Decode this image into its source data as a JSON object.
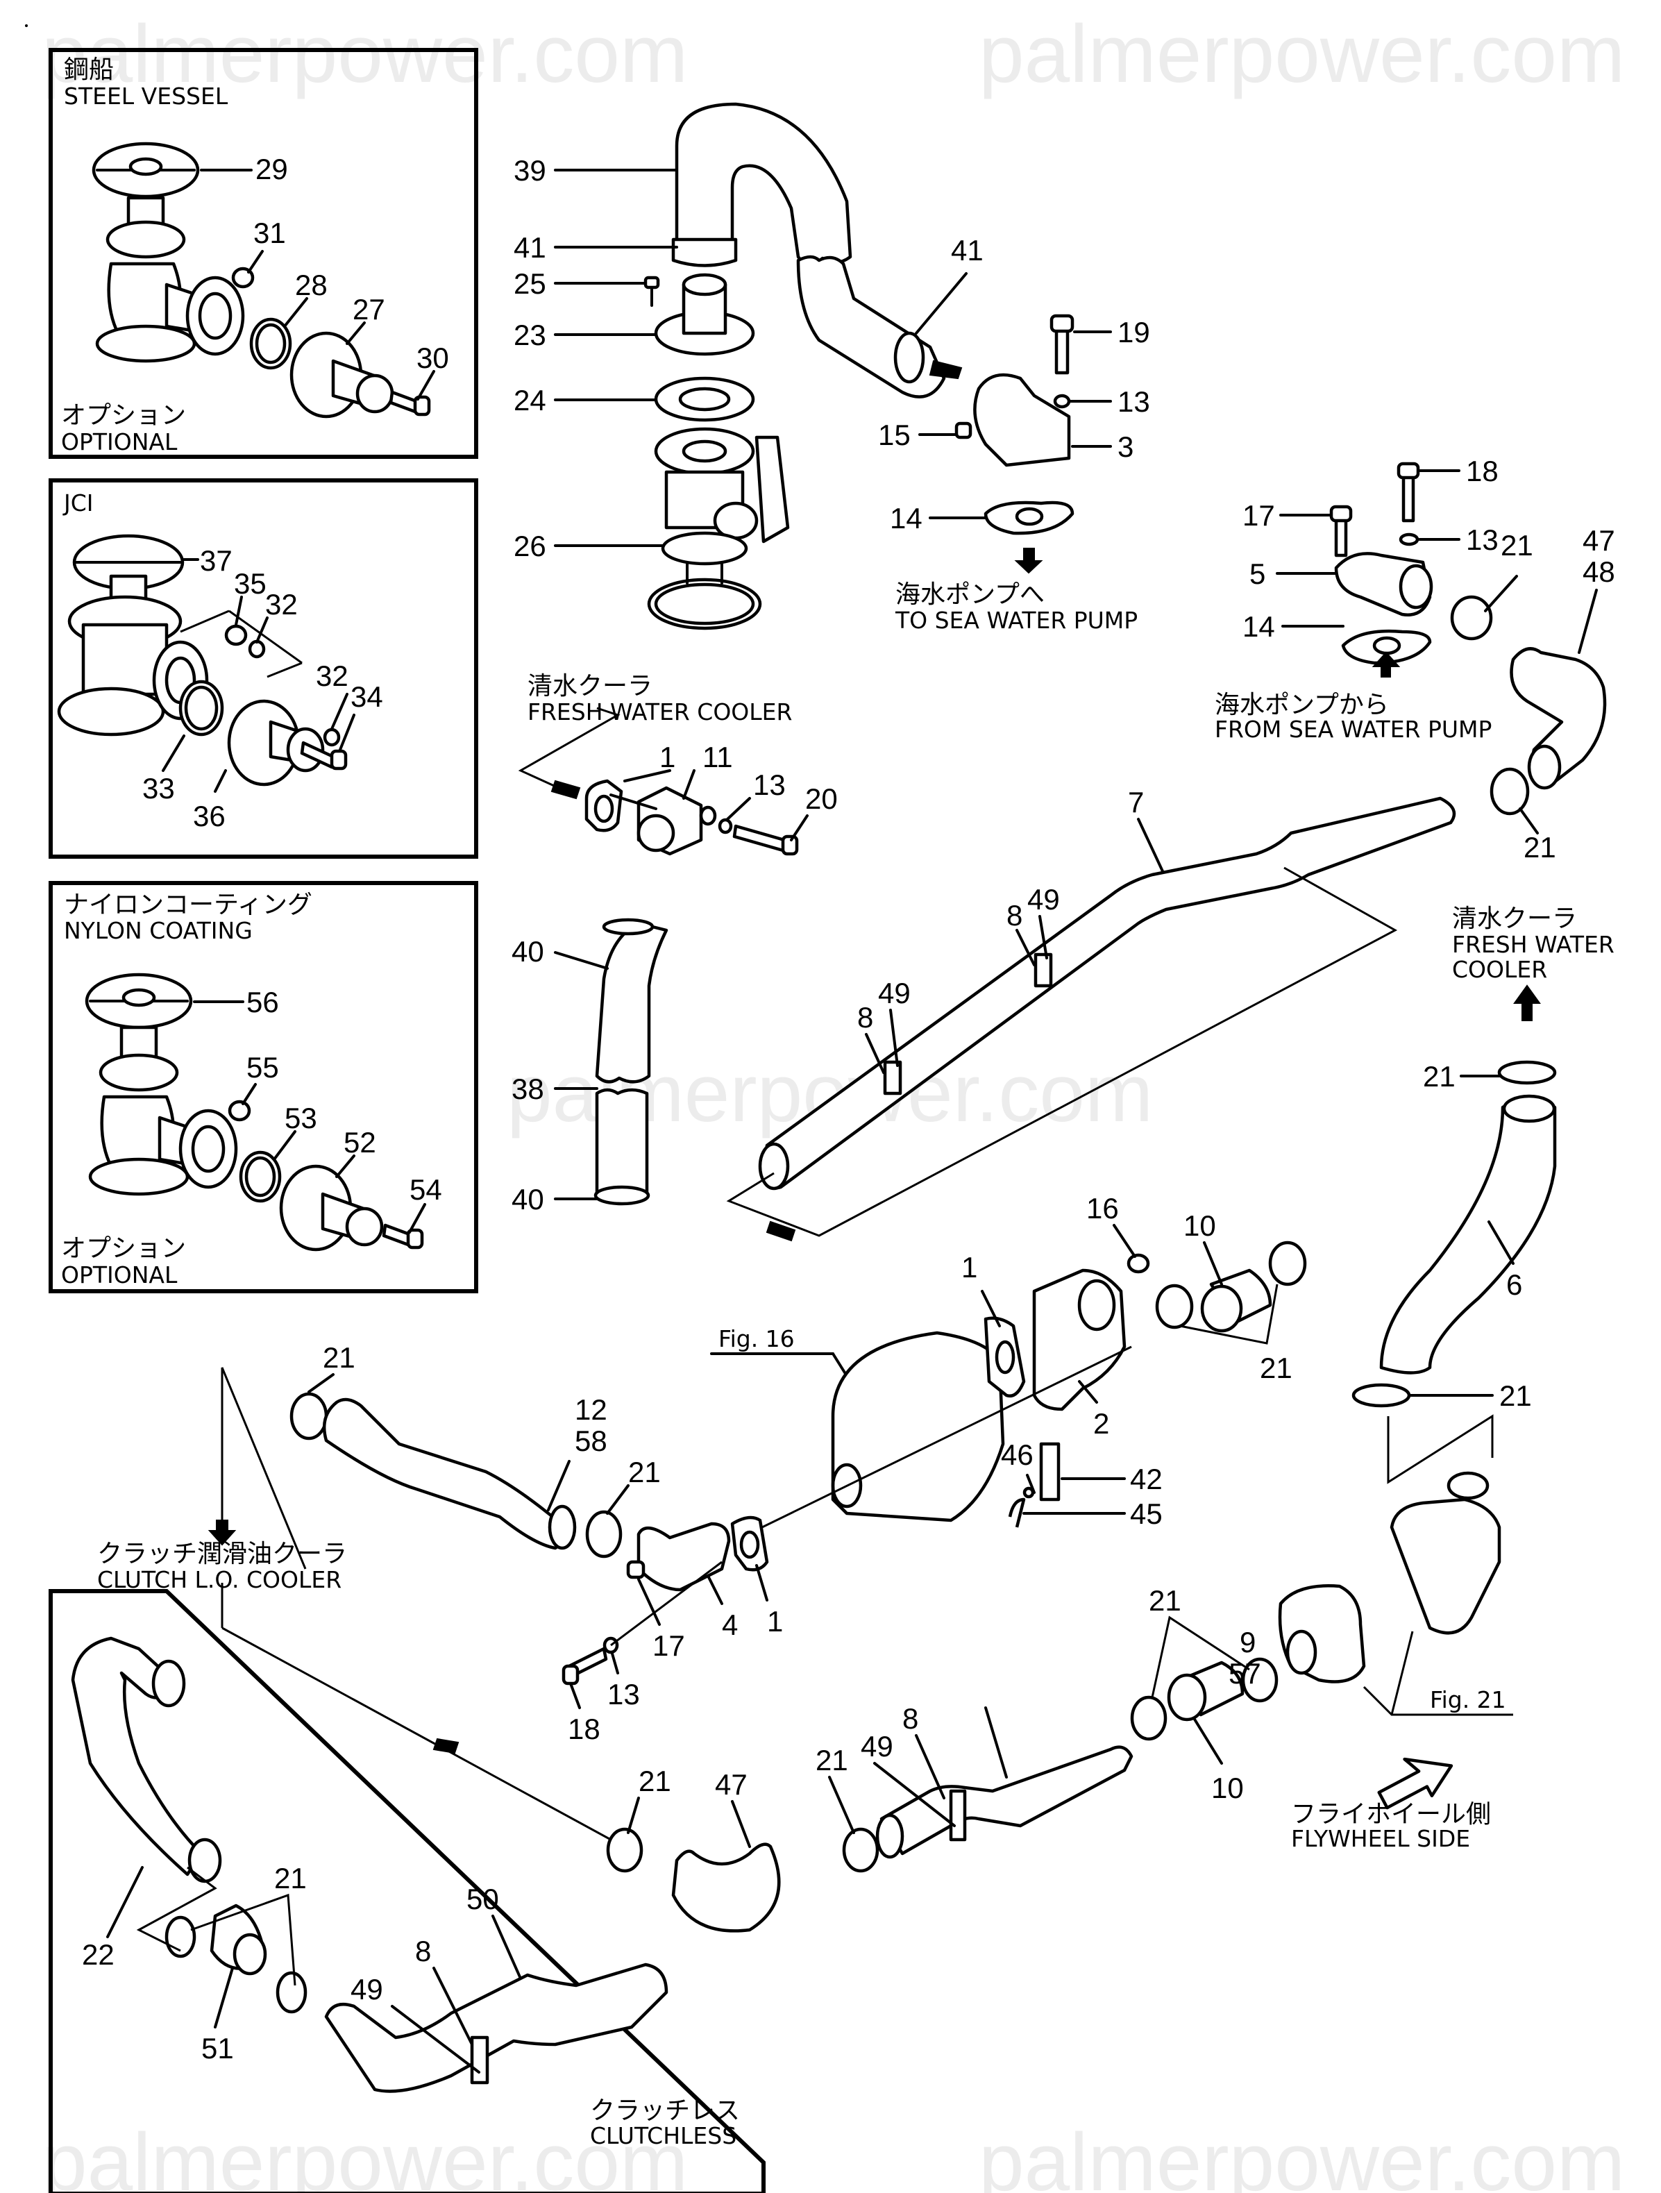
{
  "watermark": "palmerpower.com",
  "insets": {
    "steel_vessel": {
      "title_jp": "鋼船",
      "title_en": "STEEL VESSEL",
      "footer_jp": "オプション",
      "footer_en": "OPTIONAL",
      "parts": [
        "29",
        "31",
        "28",
        "27",
        "30"
      ]
    },
    "jci": {
      "title_en": "JCI",
      "parts": [
        "37",
        "35",
        "32",
        "32",
        "34",
        "33",
        "36"
      ]
    },
    "nylon_coating": {
      "title_jp": "ナイロンコーティング",
      "title_en": "NYLON COATING",
      "footer_jp": "オプション",
      "footer_en": "OPTIONAL",
      "parts": [
        "56",
        "55",
        "53",
        "52",
        "54"
      ]
    },
    "clutchless": {
      "title_jp": "クラッチレス",
      "title_en": "CLUTCHLESS",
      "parts": [
        "22",
        "21",
        "51",
        "49",
        "8",
        "50"
      ]
    }
  },
  "annotations": {
    "to_sea_water_pump": {
      "jp": "海水ポンプへ",
      "en": "TO SEA WATER PUMP"
    },
    "from_sea_water_pump": {
      "jp": "海水ポンプから",
      "en": "FROM SEA WATER PUMP"
    },
    "fresh_water_cooler_left": {
      "jp": "清水クーラ",
      "en": "FRESH WATER COOLER"
    },
    "fresh_water_cooler_right": {
      "jp": "清水クーラ",
      "en1": "FRESH WATER",
      "en2": "COOLER"
    },
    "clutch_lo_cooler": {
      "jp": "クラッチ潤滑油クーラ",
      "en": "CLUTCH L.O.  COOLER"
    },
    "flywheel_side": {
      "jp": "フライホイール側",
      "en": "FLYWHEEL SIDE"
    },
    "fig16": "Fig. 16",
    "fig21": "Fig. 21"
  },
  "callouts": {
    "c29": "29",
    "c31": "31",
    "c28": "28",
    "c27": "27",
    "c30": "30",
    "c37": "37",
    "c35": "35",
    "c32a": "32",
    "c32b": "32",
    "c34": "34",
    "c33": "33",
    "c36": "36",
    "c56": "56",
    "c55": "55",
    "c53": "53",
    "c52": "52",
    "c54": "54",
    "c39": "39",
    "c41a": "41",
    "c25": "25",
    "c23": "23",
    "c24": "24",
    "c26": "26",
    "c41b": "41",
    "c19": "19",
    "c13a": "13",
    "c15": "15",
    "c3": "3",
    "c14a": "14",
    "c18a": "18",
    "c17a": "17",
    "c13b": "13",
    "c5": "5",
    "c14b": "14",
    "c21a": "21",
    "c47a": "47",
    "c48": "48",
    "c21b": "21",
    "c1a": "1",
    "c11": "11",
    "c13c": "13",
    "c20": "20",
    "c40a": "40",
    "c38": "38",
    "c40b": "40",
    "c7": "7",
    "c8a": "8",
    "c49a": "49",
    "c8b": "8",
    "c49b": "49",
    "c21c": "21",
    "c6": "6",
    "c21d": "21",
    "c16": "16",
    "c10a": "10",
    "c1b": "1",
    "c2": "2",
    "c21e": "21",
    "c46": "46",
    "c42": "42",
    "c45": "45",
    "c21f": "21",
    "c12": "12",
    "c58": "58",
    "c21g": "21",
    "c1c": "1",
    "c4": "4",
    "c17b": "17",
    "c13d": "13",
    "c18b": "18",
    "c21h": "21",
    "c9": "9",
    "c57": "57",
    "c10b": "10",
    "c8c": "8",
    "c49c": "49",
    "c21i": "21",
    "c47b": "47",
    "c21j": "21",
    "c22": "22",
    "c21k": "21",
    "c51": "51",
    "c49d": "49",
    "c8d": "8",
    "c50": "50"
  }
}
